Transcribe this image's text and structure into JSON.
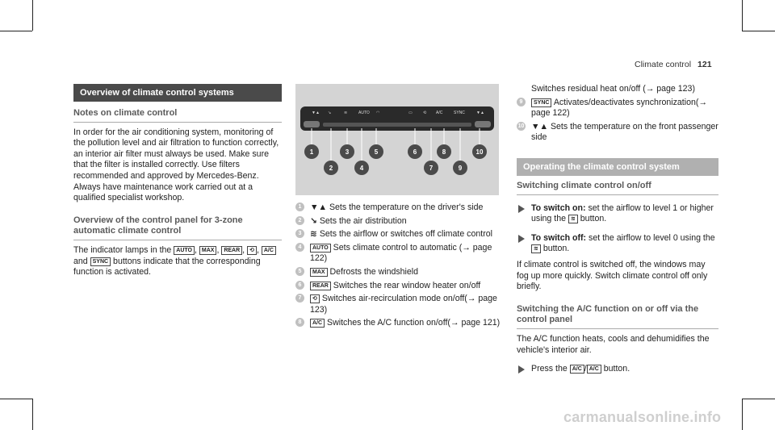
{
  "header": {
    "section": "Climate control",
    "page": "121"
  },
  "left": {
    "overview_title": "Overview of climate control systems",
    "notes_title": "Notes on climate control",
    "notes_text": "In order for the air conditioning system, monitoring of the pollution level and air filtration to function correctly, an interior air filter must always be used. Make sure that the filter is installed correctly. Use filters recommended and approved by Mercedes-Benz. Always have maintenance work carried out at a qualified specialist workshop.",
    "panel_title": "Overview of the control panel for 3-zone automatic climate control",
    "indicator_pre": "The indicator lamps in the",
    "indicator_mid": "and",
    "indicator_post": "buttons indicate that the corresponding function is activated."
  },
  "figure": {
    "button_labels": [
      "AUTO",
      "A/C",
      "SYNC"
    ],
    "callouts": [
      "1",
      "2",
      "3",
      "4",
      "5",
      "6",
      "7",
      "8",
      "9",
      "10"
    ]
  },
  "icons": {
    "auto": "AUTO",
    "max": "MAX",
    "rear": "REAR",
    "ac": "A/C",
    "sync": "SYNC",
    "temp": "▼▲"
  },
  "middle": {
    "items": [
      {
        "n": "1",
        "icon": "▼▲",
        "text": "Sets the temperature on the driver's side"
      },
      {
        "n": "2",
        "icon": "↘",
        "text": "Sets the air distribution"
      },
      {
        "n": "3",
        "icon": "≋",
        "text": "Sets the airflow or switches off climate control"
      },
      {
        "n": "4",
        "icon": "AUTO",
        "text": "Sets climate control to automatic (→ page 122)"
      },
      {
        "n": "5",
        "icon": "MAX",
        "text": "Defrosts the windshield"
      },
      {
        "n": "6",
        "icon": "REAR",
        "text": "Switches the rear window heater on/off"
      },
      {
        "n": "7",
        "icon": "⟲",
        "text": "Switches air-recirculation mode on/off(→ page 123)"
      },
      {
        "n": "8",
        "icon": "A/C",
        "text": "Switches the A/C function on/off(→ page 121)"
      }
    ]
  },
  "right": {
    "cont_text": "Switches residual heat on/off (→ page 123)",
    "items": [
      {
        "n": "9",
        "icon": "SYNC",
        "text": "Activates/deactivates synchronization(→ page 122)"
      },
      {
        "n": "10",
        "icon": "▼▲",
        "text": "Sets the temperature on the front passenger side"
      }
    ],
    "operating_title": "Operating the climate control system",
    "switching_title": "Switching climate control on/off",
    "on_label": "To switch on:",
    "on_text": "set the airflow to level 1 or higher using the",
    "on_tail": "button.",
    "off_label": "To switch off:",
    "off_text": "set the airflow to level 0 using the",
    "off_tail": "button.",
    "off_note": "If climate control is switched off, the windows may fog up more quickly. Switch climate control off only briefly.",
    "ac_title": "Switching the A/C function on or off via the control panel",
    "ac_text": "The A/C function heats, cools and dehumidifies the vehicle's interior air.",
    "press_pre": "Press the",
    "press_sep": "/",
    "press_post": "button.",
    "airflow_icon": "≋"
  },
  "watermark": "carmanualsonline.info"
}
